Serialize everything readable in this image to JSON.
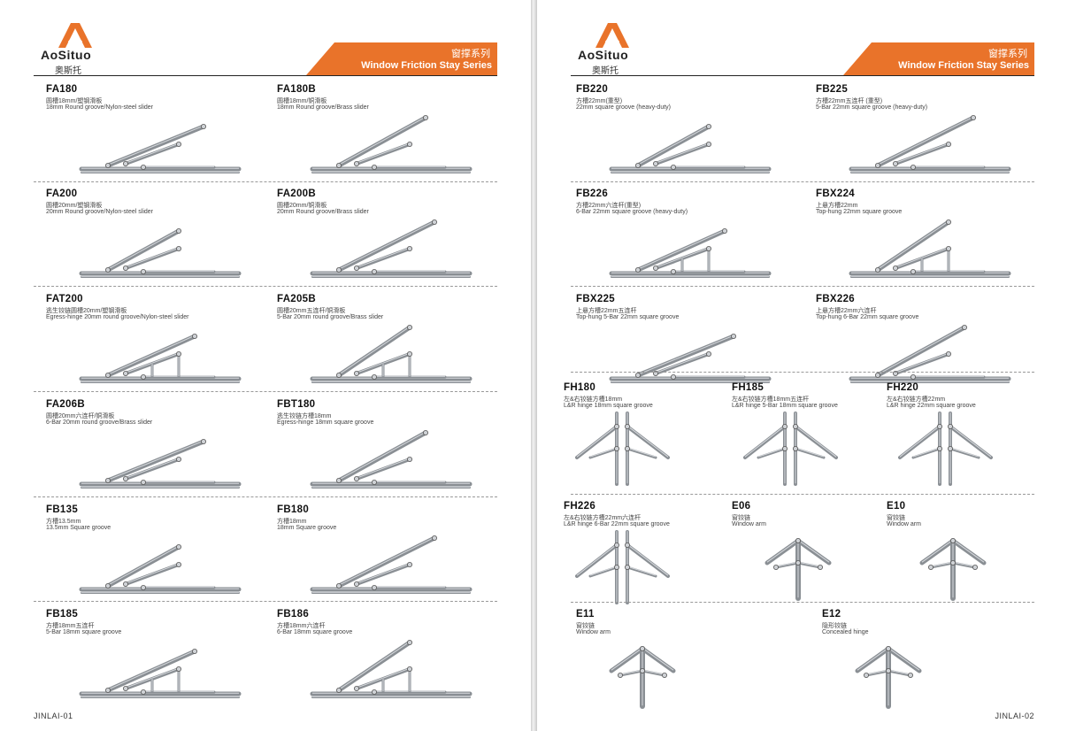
{
  "brand": {
    "name": "AoSituo",
    "cn": "奥斯托"
  },
  "section": {
    "cn": "窗撑系列",
    "en": "Window Friction Stay Series"
  },
  "accent": "#e9732a",
  "left_items": [
    {
      "code": "FA180",
      "cn": "圆槽18mm/塑钢滑板",
      "en": "18mm Round groove/Nylon-steel slider"
    },
    {
      "code": "FA180B",
      "cn": "圆槽18mm/铜滑板",
      "en": "18mm Round groove/Brass slider"
    },
    {
      "code": "FA200",
      "cn": "圆槽20mm/塑钢滑板",
      "en": "20mm Round groove/Nylon-steel slider"
    },
    {
      "code": "FA200B",
      "cn": "圆槽20mm/铜滑板",
      "en": "20mm Round groove/Brass slider"
    },
    {
      "code": "FAT200",
      "cn": "逃生铰链圆槽20mm/塑钢滑板",
      "en": "Egress-hinge 20mm round groove/Nylon-steel slider"
    },
    {
      "code": "FA205B",
      "cn": "圆槽20mm五连杆/铜滑板",
      "en": "5-Bar 20mm round groove/Brass slider"
    },
    {
      "code": "FA206B",
      "cn": "圆槽20mm六连杆/铜滑板",
      "en": "6-Bar 20mm round groove/Brass slider"
    },
    {
      "code": "FBT180",
      "cn": "逃生铰链方槽18mm",
      "en": "Egress-hinge 18mm square groove"
    },
    {
      "code": "FB135",
      "cn": "方槽13.5mm",
      "en": "13.5mm Square groove"
    },
    {
      "code": "FB180",
      "cn": "方槽18mm",
      "en": "18mm Square groove"
    },
    {
      "code": "FB185",
      "cn": "方槽18mm五连杆",
      "en": "5-Bar 18mm square groove"
    },
    {
      "code": "FB186",
      "cn": "方槽18mm六连杆",
      "en": "6-Bar 18mm square groove"
    }
  ],
  "right_items_pairs": [
    {
      "code": "FB220",
      "cn": "方槽22mm(重型)",
      "en": "22mm square groove (heavy-duty)"
    },
    {
      "code": "FB225",
      "cn": "方槽22mm五连杆 (重型)",
      "en": "5-Bar 22mm square groove (heavy-duty)"
    },
    {
      "code": "FB226",
      "cn": "方槽22mm六连杆(重型)",
      "en": "6-Bar 22mm square groove (heavy-duty)"
    },
    {
      "code": "FBX224",
      "cn": "上悬方槽22mm",
      "en": "Top-hung 22mm square groove"
    },
    {
      "code": "FBX225",
      "cn": "上悬方槽22mm五连杆",
      "en": "Top-hung 5-Bar 22mm square groove"
    },
    {
      "code": "FBX226",
      "cn": "上悬方槽22mm六连杆",
      "en": "Top-hung 6-Bar 22mm square groove"
    }
  ],
  "right_items_triples": [
    {
      "code": "FH180",
      "cn": "左&右铰链方槽18mm",
      "en": "L&R hinge 18mm square groove"
    },
    {
      "code": "FH185",
      "cn": "左&右铰链方槽18mm五连杆",
      "en": "L&R hinge 5-Bar 18mm square groove"
    },
    {
      "code": "FH220",
      "cn": "左&右铰链方槽22mm",
      "en": "L&R hinge 22mm square groove"
    },
    {
      "code": "FH226",
      "cn": "左&右铰链方槽22mm六连杆",
      "en": "L&R hinge 6-Bar 22mm square groove"
    },
    {
      "code": "E06",
      "cn": "窗铰链",
      "en": "Window arm"
    },
    {
      "code": "E10",
      "cn": "窗铰链",
      "en": "Window arm"
    }
  ],
  "right_items_last": [
    {
      "code": "E11",
      "cn": "窗铰链",
      "en": "Window arm"
    },
    {
      "code": "E12",
      "cn": "隐形铰链",
      "en": "Concealed hinge"
    }
  ],
  "footer": {
    "left": "JINLAI-01",
    "right": "JINLAI-02"
  }
}
